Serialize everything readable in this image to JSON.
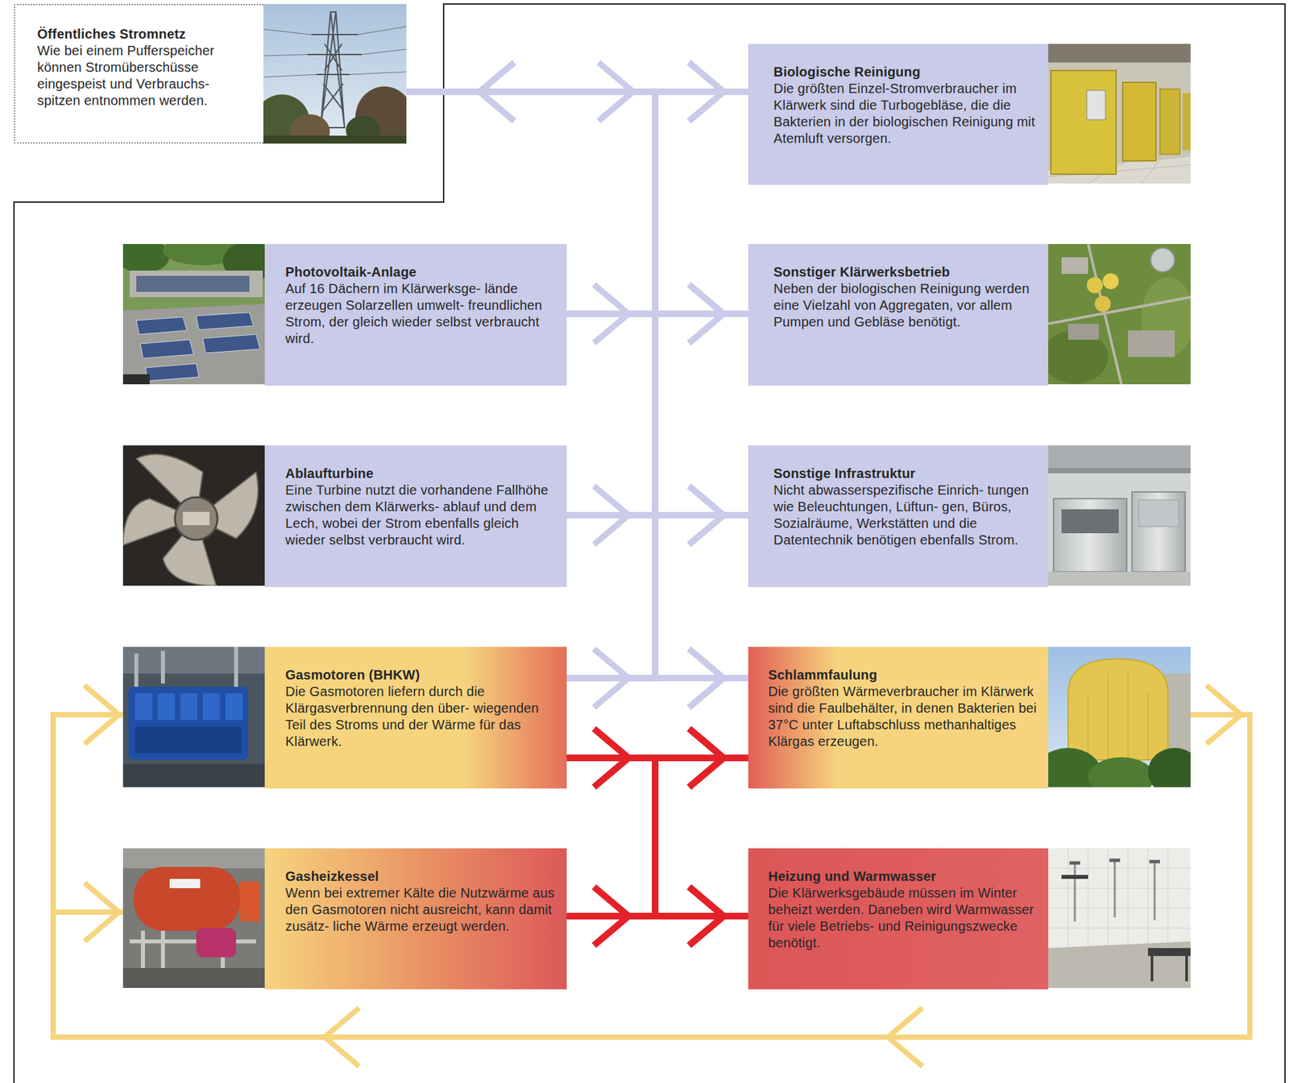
{
  "diagram": {
    "nodes": [
      {
        "text": [
          "Öffentliches Stromnetz",
          "Wie bei einem Pufferspeicher können Stromüberschüsse eingespeist und Verbrauchs- spitzen entnommen werden."
        ]
      },
      {
        "text": [
          "Biologische Reinigung",
          "Die größten Einzel-Stromverbraucher im Klärwerk sind die Turbogebläse, die die Bakterien in der biologischen Reinigung mit Atemluft versorgen."
        ]
      },
      {
        "text": [
          "Photovoltaik-Anlage",
          "Auf 16 Dächern im Klärwerksge- lände erzeugen Solarzellen umwelt- freundlichen Strom, der gleich wieder selbst verbraucht wird."
        ]
      },
      {
        "text": [
          "Sonstiger Klärwerksbetrieb",
          "Neben der biologischen Reinigung werden eine Vielzahl von Aggregaten, vor allem Pumpen und Gebläse benötigt."
        ]
      },
      {
        "text": [
          "Ablaufturbine",
          "Eine Turbine nutzt die vorhandene Fallhöhe zwischen dem Klärwerks- ablauf und dem Lech, wobei der Strom ebenfalls gleich wieder selbst verbraucht wird."
        ]
      },
      {
        "text": [
          "Sonstige Infrastruktur",
          "Nicht abwasserspezifische Einrich- tungen wie Beleuchtungen, Lüftun- gen, Büros, Sozialräume, Werkstätten und die Datentechnik benötigen ebenfalls Strom."
        ]
      },
      {
        "text": [
          "Gasmotoren (BHKW)",
          "Die Gasmotoren liefern durch die Klärgasverbrennung den über- wiegenden Teil des Stroms und der Wärme für das Klärwerk."
        ]
      },
      {
        "text": [
          "Schlammfaulung",
          "Die größten Wärmeverbraucher im Klärwerk sind die Faulbehälter, in denen Bakterien bei 37°C unter Luftabschluss methanhaltiges Klärgas erzeugen."
        ]
      },
      {
        "text": [
          "Gasheizkessel",
          "Wenn bei extremer Kälte die Nutzwärme aus den Gasmotoren nicht ausreicht, kann damit zusätz- liche Wärme erzeugt werden."
        ]
      },
      {
        "text": [
          "Heizung und Warmwasser",
          "Die Klärwerksgebäude müssen im Winter beheizt werden. Daneben wird Warmwasser für viele Betriebs- und Reinigungszwecke benötigt."
        ]
      }
    ],
    "edges": [
      {
        "from": 0,
        "to": 1,
        "arrow": "to"
      },
      {
        "from": 0,
        "to": 3,
        "arrow": "to"
      },
      {
        "from": 0,
        "to": 5,
        "arrow": "to"
      },
      {
        "from": 0,
        "to": 7,
        "arrow": "to"
      },
      {
        "from": 2,
        "to": 0,
        "arrow": "to"
      },
      {
        "from": 2,
        "to": 1,
        "arrow": "to"
      },
      {
        "from": 2,
        "to": 3,
        "arrow": "to"
      },
      {
        "from": 2,
        "to": 5,
        "arrow": "to"
      },
      {
        "from": 2,
        "to": 7,
        "arrow": "to"
      },
      {
        "from": 4,
        "to": 0,
        "arrow": "to"
      },
      {
        "from": 4,
        "to": 1,
        "arrow": "to"
      },
      {
        "from": 4,
        "to": 3,
        "arrow": "to"
      },
      {
        "from": 4,
        "to": 5,
        "arrow": "to"
      },
      {
        "from": 4,
        "to": 7,
        "arrow": "to"
      },
      {
        "from": 6,
        "to": 0,
        "arrow": "to"
      },
      {
        "from": 6,
        "to": 1,
        "arrow": "to"
      },
      {
        "from": 6,
        "to": 3,
        "arrow": "to"
      },
      {
        "from": 6,
        "to": 5,
        "arrow": "to"
      },
      {
        "from": 6,
        "to": 7,
        "arrow": "to"
      },
      {
        "from": 6,
        "to": 7,
        "arrow": "to"
      },
      {
        "from": 6,
        "to": 9,
        "arrow": "to"
      },
      {
        "from": 8,
        "to": 7,
        "arrow": "to"
      },
      {
        "from": 8,
        "to": 9,
        "arrow": "to"
      },
      {
        "from": 7,
        "to": 6,
        "arrow": "to"
      },
      {
        "from": 7,
        "to": 8,
        "arrow": "to"
      }
    ]
  }
}
